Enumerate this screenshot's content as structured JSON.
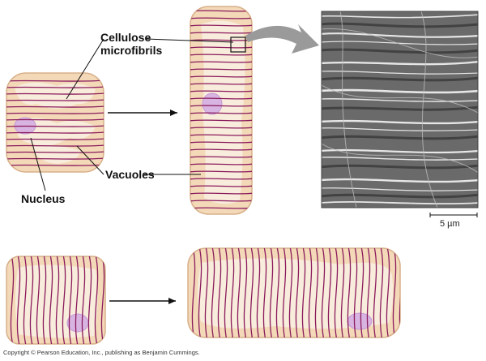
{
  "labels": {
    "cellulose_line1": "Cellulose",
    "cellulose_line2": "microfibrils",
    "vacuoles": "Vacuoles",
    "nucleus": "Nucleus"
  },
  "scale_bar": {
    "text": "5 µm"
  },
  "copyright": "Copyright © Pearson Education, Inc., publishing as Benjamin Cummings.",
  "colors": {
    "cell_fill": "#f3d9b8",
    "cell_edge": "#d8b08a",
    "vacuole_fill": "#f8ecdc",
    "fibril": "#8b1a5c",
    "nucleus": "#d8b4e2",
    "micrograph_bg": "#6a6a6a",
    "arrow_big": "#9a9a9a"
  },
  "icons": [
    "arrow-right-icon",
    "curved-arrow-icon"
  ]
}
